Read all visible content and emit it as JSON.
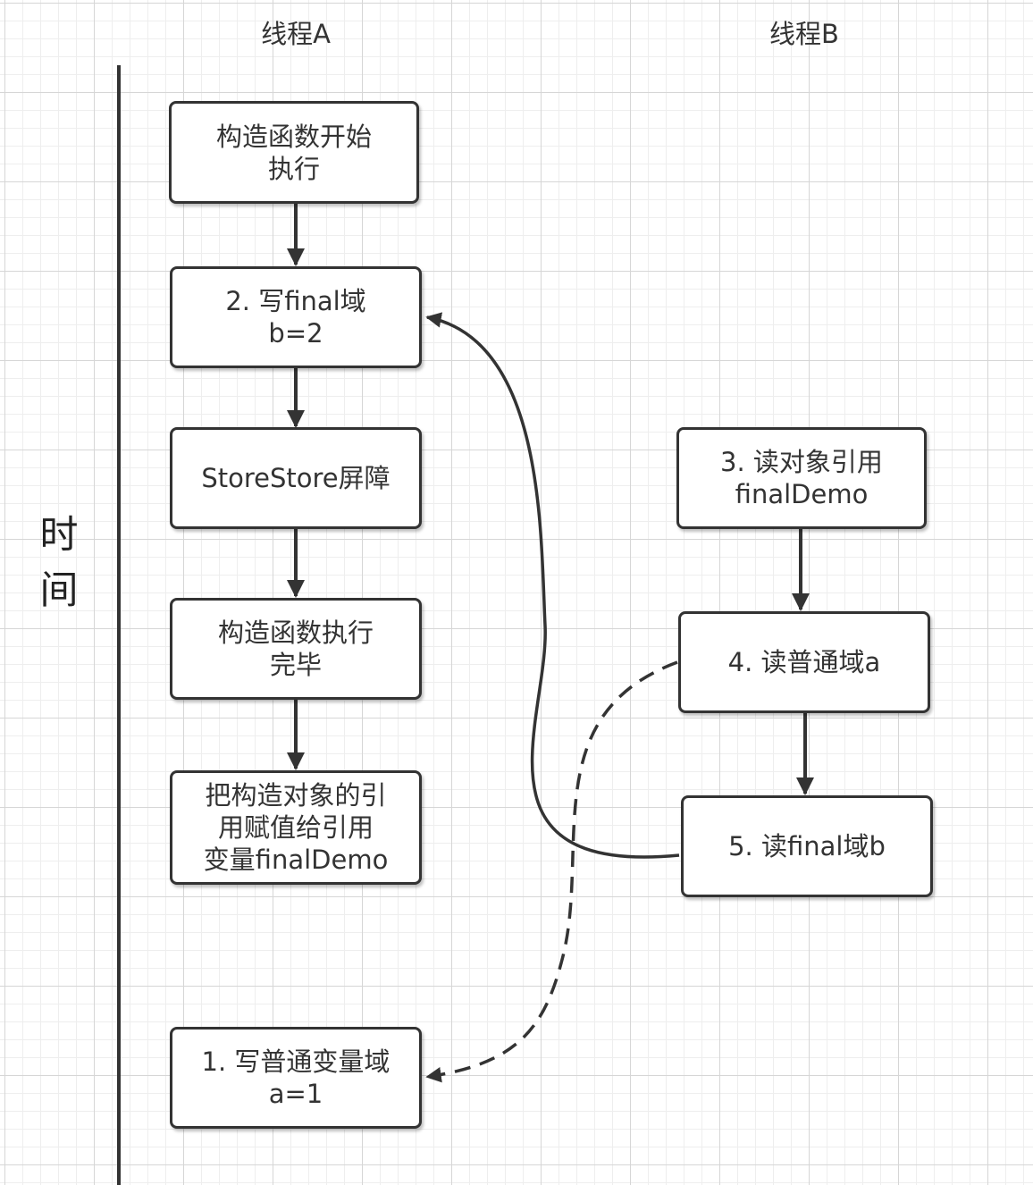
{
  "lanes": {
    "thread_a": "线程A",
    "thread_b": "线程B"
  },
  "time_axis": {
    "label": "时\n间"
  },
  "nodes": {
    "ctor_start": "构造函数开始\n执行",
    "write_final": "2. 写final域\nb=2",
    "storestore_barrier": "StoreStore屏障",
    "ctor_end": "构造函数执行\n完毕",
    "assign_reference": "把构造对象的引\n用赋值给引用\n变量finalDemo",
    "write_normal": "1. 写普通变量域\na=1",
    "read_reference": "3. 读对象引用\nfinalDemo",
    "read_normal": "4. 读普通域a",
    "read_final": "5. 读final域b"
  },
  "colors": {
    "line": "#333333",
    "grid_major": "#d6d6d6",
    "grid_minor": "#eeeeee",
    "text": "#333333"
  }
}
